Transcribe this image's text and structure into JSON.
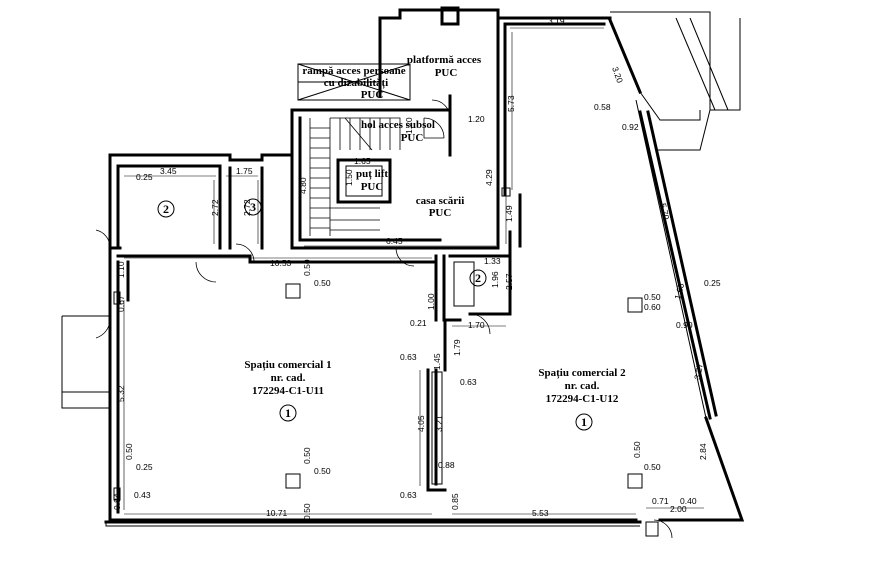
{
  "rooms": {
    "ramp": [
      "rampă acces persoane",
      "cu dizabilități",
      "PUC"
    ],
    "platform": [
      "platformă acces",
      "PUC"
    ],
    "hol": [
      "hol acces subsol",
      "PUC"
    ],
    "putlift": [
      "puț lift",
      "PUC"
    ],
    "casa": [
      "casa scării",
      "PUC"
    ],
    "sc1": [
      "Spațiu comercial 1",
      "nr. cad.",
      "172294-C1-U11"
    ],
    "sc2": [
      "Spațiu comercial 2",
      "nr. cad.",
      "172294-C1-U12"
    ]
  },
  "circles": {
    "r2a": "2",
    "r3": "3",
    "r1a": "1",
    "r2b": "2",
    "r1b": "1"
  },
  "dims": {
    "d319": "3.19",
    "d320": "3.20",
    "d573": "5.73",
    "d058": "0.58",
    "d092": "0.92",
    "d120a": "1.20",
    "d120b": "1.20",
    "d165": "1.65",
    "d150": "1.50",
    "d480": "4.80",
    "d429": "4.29",
    "d645": "6.45",
    "d149": "1.49",
    "d025a": "0.25",
    "d345": "3.45",
    "d175": "1.75",
    "d272a": "2.72",
    "d272b": "2.72",
    "d1053": "10.53",
    "d110": "1.10",
    "d050a": "0.50",
    "d050b": "0.50",
    "d067": "0.67",
    "d133": "1.33",
    "d196": "1.96",
    "d257": "2.57",
    "d100": "1.00",
    "d021": "0.21",
    "d170": "1.70",
    "d050c": "0.50",
    "d060": "0.60",
    "d165b": "1.65",
    "d025b": "0.25",
    "d090": "0.90",
    "d570": "5.70",
    "d063a": "0.63",
    "d145": "1.45",
    "d179": "1.79",
    "d063b": "0.63",
    "d532": "5.32",
    "d405": "4.05",
    "d321": "3.21",
    "d050d": "0.50",
    "d025c": "0.25",
    "d050e": "0.50",
    "d088": "0.88",
    "d050f": "0.50",
    "d050g": "0.50",
    "d084": "0.84",
    "d043": "0.43",
    "d063c": "0.63",
    "d085": "0.85",
    "d284": "2.84",
    "d040": "0.40",
    "d071": "0.71",
    "d200": "2.00",
    "d1071": "10.71",
    "d050h": "0.50",
    "d553": "5.53",
    "d327": "3.27",
    "d050i": "0.50"
  }
}
